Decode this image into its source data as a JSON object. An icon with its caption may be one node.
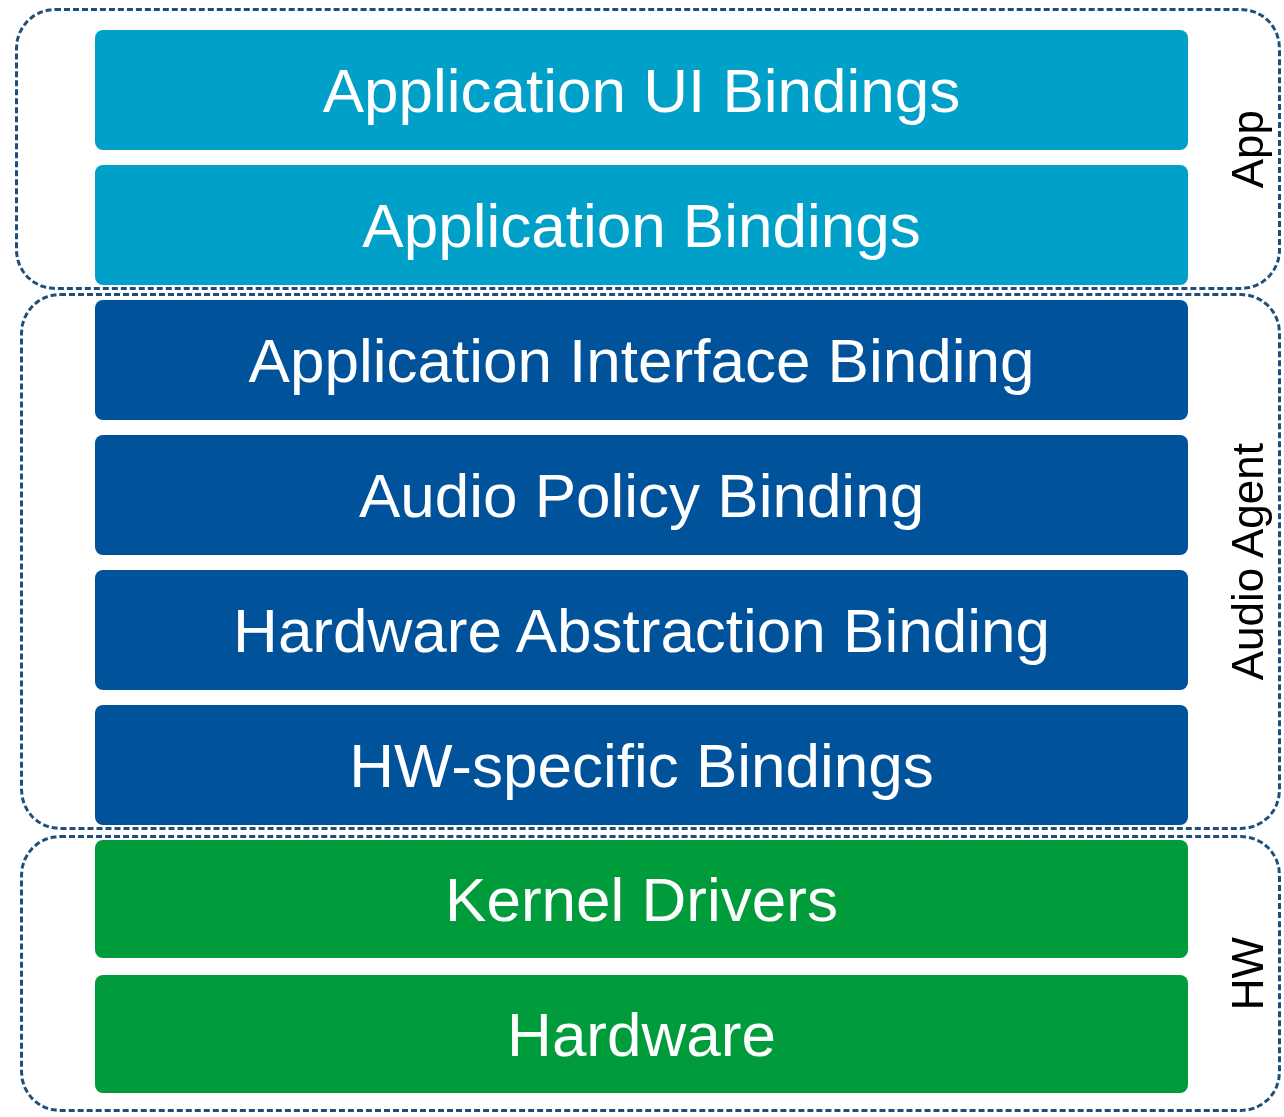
{
  "diagram": {
    "nodes": [
      {
        "text": [
          "App"
        ]
      },
      {
        "text": [
          "Application UI Bindings"
        ],
        "in": 0
      },
      {
        "text": [
          "Application Bindings"
        ],
        "in": 0
      },
      {
        "text": [
          "Audio Agent"
        ]
      },
      {
        "text": [
          "Application Interface Binding"
        ],
        "in": 3
      },
      {
        "text": [
          "Audio Policy Binding"
        ],
        "in": 3
      },
      {
        "text": [
          "Hardware Abstraction Binding"
        ],
        "in": 3
      },
      {
        "text": [
          "HW-specific Bindings"
        ],
        "in": 3
      },
      {
        "text": [
          "HW"
        ]
      },
      {
        "text": [
          "Kernel Drivers"
        ],
        "in": 8
      },
      {
        "text": [
          "Hardware"
        ],
        "in": 8
      }
    ]
  }
}
